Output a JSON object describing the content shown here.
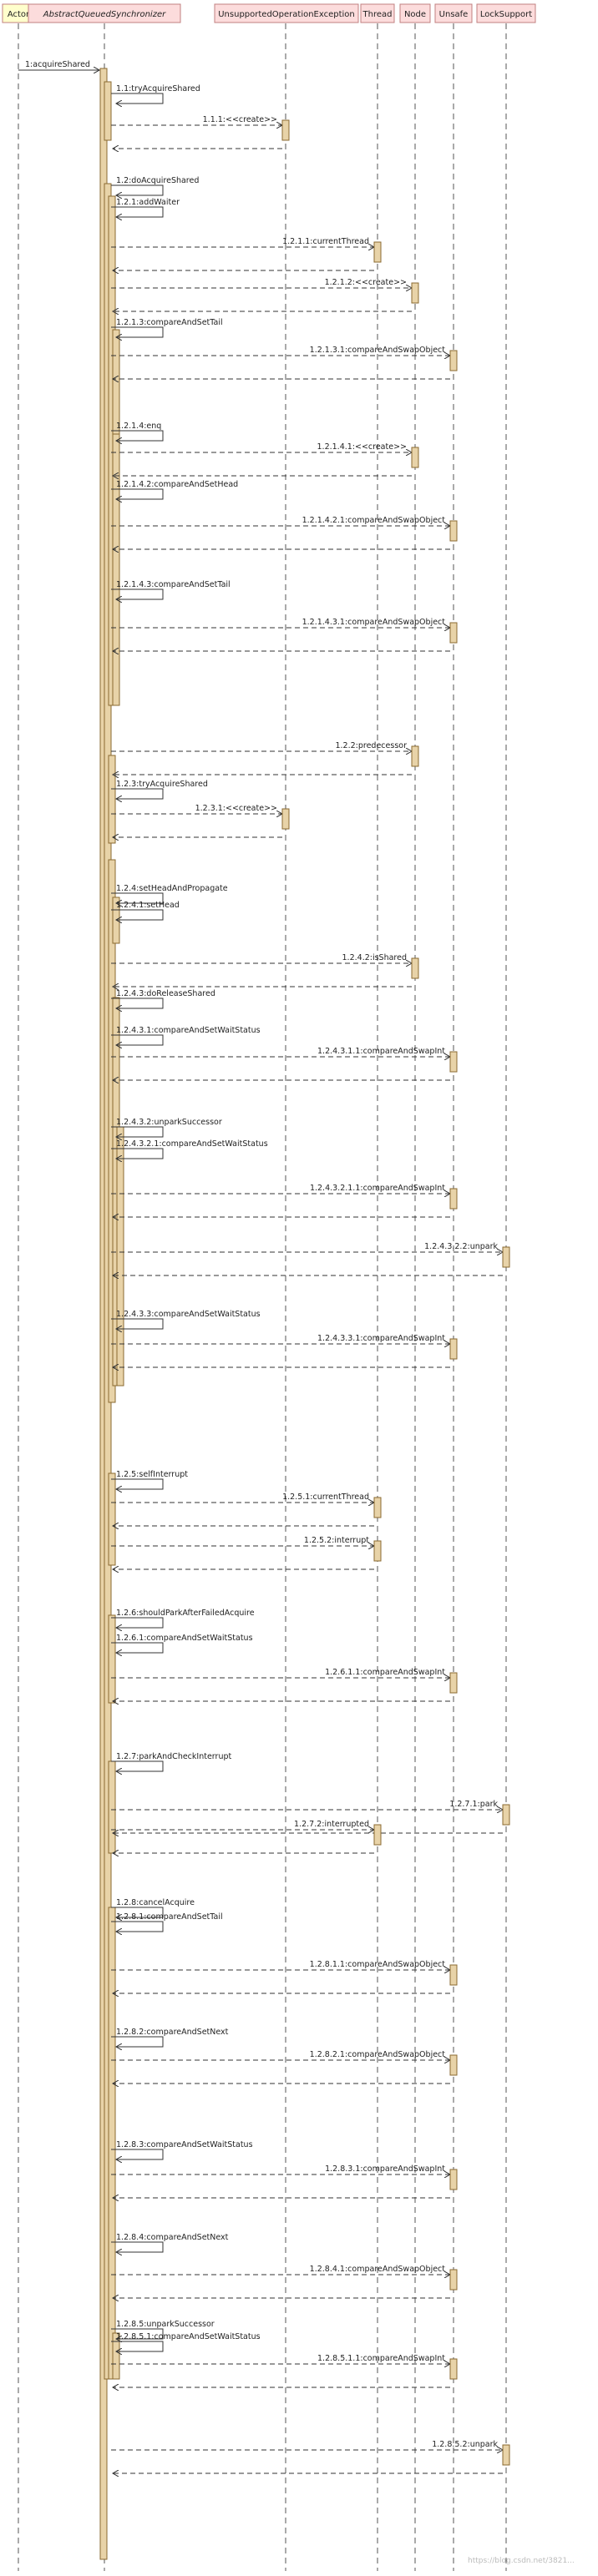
{
  "participants": [
    {
      "id": "actor",
      "label": "Actor",
      "italic": false
    },
    {
      "id": "aqs",
      "label": "AbstractQueuedSynchronizer",
      "italic": true
    },
    {
      "id": "uoe",
      "label": "UnsupportedOperationException",
      "italic": false
    },
    {
      "id": "thread",
      "label": "Thread",
      "italic": false
    },
    {
      "id": "node",
      "label": "Node",
      "italic": false
    },
    {
      "id": "unsafe",
      "label": "Unsafe",
      "italic": false
    },
    {
      "id": "lock",
      "label": "LockSupport",
      "italic": false
    }
  ],
  "messages": [
    {
      "label": "1:acquireShared",
      "from": "actor",
      "to": "aqs"
    },
    {
      "label": "1.1:tryAcquireShared",
      "from": "aqs",
      "to": "aqs"
    },
    {
      "label": "1.1.1:<<create>>",
      "from": "aqs",
      "to": "uoe"
    },
    {
      "label": "1.2:doAcquireShared",
      "from": "aqs",
      "to": "aqs"
    },
    {
      "label": "1.2.1:addWaiter",
      "from": "aqs",
      "to": "aqs"
    },
    {
      "label": "1.2.1.1:currentThread",
      "from": "aqs",
      "to": "thread"
    },
    {
      "label": "1.2.1.2:<<create>>",
      "from": "aqs",
      "to": "node"
    },
    {
      "label": "1.2.1.3:compareAndSetTail",
      "from": "aqs",
      "to": "aqs"
    },
    {
      "label": "1.2.1.3.1:compareAndSwapObject",
      "from": "aqs",
      "to": "unsafe"
    },
    {
      "label": "1.2.1.4:enq",
      "from": "aqs",
      "to": "aqs"
    },
    {
      "label": "1.2.1.4.1:<<create>>",
      "from": "aqs",
      "to": "node"
    },
    {
      "label": "1.2.1.4.2:compareAndSetHead",
      "from": "aqs",
      "to": "aqs"
    },
    {
      "label": "1.2.1.4.2.1:compareAndSwapObject",
      "from": "aqs",
      "to": "unsafe"
    },
    {
      "label": "1.2.1.4.3:compareAndSetTail",
      "from": "aqs",
      "to": "aqs"
    },
    {
      "label": "1.2.1.4.3.1:compareAndSwapObject",
      "from": "aqs",
      "to": "unsafe"
    },
    {
      "label": "1.2.2:predecessor",
      "from": "aqs",
      "to": "node"
    },
    {
      "label": "1.2.3:tryAcquireShared",
      "from": "aqs",
      "to": "aqs"
    },
    {
      "label": "1.2.3.1:<<create>>",
      "from": "aqs",
      "to": "uoe"
    },
    {
      "label": "1.2.4:setHeadAndPropagate",
      "from": "aqs",
      "to": "aqs"
    },
    {
      "label": "1.2.4.1:setHead",
      "from": "aqs",
      "to": "aqs"
    },
    {
      "label": "1.2.4.2:isShared",
      "from": "aqs",
      "to": "node"
    },
    {
      "label": "1.2.4.3:doReleaseShared",
      "from": "aqs",
      "to": "aqs"
    },
    {
      "label": "1.2.4.3.1:compareAndSetWaitStatus",
      "from": "aqs",
      "to": "aqs"
    },
    {
      "label": "1.2.4.3.1.1:compareAndSwapInt",
      "from": "aqs",
      "to": "unsafe"
    },
    {
      "label": "1.2.4.3.2:unparkSuccessor",
      "from": "aqs",
      "to": "aqs"
    },
    {
      "label": "1.2.4.3.2.1:compareAndSetWaitStatus",
      "from": "aqs",
      "to": "aqs"
    },
    {
      "label": "1.2.4.3.2.1.1:compareAndSwapInt",
      "from": "aqs",
      "to": "unsafe"
    },
    {
      "label": "1.2.4.3.2.2:unpark",
      "from": "aqs",
      "to": "lock"
    },
    {
      "label": "1.2.4.3.3:compareAndSetWaitStatus",
      "from": "aqs",
      "to": "aqs"
    },
    {
      "label": "1.2.4.3.3.1:compareAndSwapInt",
      "from": "aqs",
      "to": "unsafe"
    },
    {
      "label": "1.2.5:selfInterrupt",
      "from": "aqs",
      "to": "aqs"
    },
    {
      "label": "1.2.5.1:currentThread",
      "from": "aqs",
      "to": "thread"
    },
    {
      "label": "1.2.5.2:interrupt",
      "from": "aqs",
      "to": "thread"
    },
    {
      "label": "1.2.6:shouldParkAfterFailedAcquire",
      "from": "aqs",
      "to": "aqs"
    },
    {
      "label": "1.2.6.1:compareAndSetWaitStatus",
      "from": "aqs",
      "to": "aqs"
    },
    {
      "label": "1.2.6.1.1:compareAndSwapInt",
      "from": "aqs",
      "to": "unsafe"
    },
    {
      "label": "1.2.7:parkAndCheckInterrupt",
      "from": "aqs",
      "to": "aqs"
    },
    {
      "label": "1.2.7.1:park",
      "from": "aqs",
      "to": "lock"
    },
    {
      "label": "1.2.7.2:interrupted",
      "from": "aqs",
      "to": "thread"
    },
    {
      "label": "1.2.8:cancelAcquire",
      "from": "aqs",
      "to": "aqs"
    },
    {
      "label": "1.2.8.1:compareAndSetTail",
      "from": "aqs",
      "to": "aqs"
    },
    {
      "label": "1.2.8.1.1:compareAndSwapObject",
      "from": "aqs",
      "to": "unsafe"
    },
    {
      "label": "1.2.8.2:compareAndSetNext",
      "from": "aqs",
      "to": "aqs"
    },
    {
      "label": "1.2.8.2.1:compareAndSwapObject",
      "from": "aqs",
      "to": "unsafe"
    },
    {
      "label": "1.2.8.3:compareAndSetWaitStatus",
      "from": "aqs",
      "to": "aqs"
    },
    {
      "label": "1.2.8.3.1:compareAndSwapInt",
      "from": "aqs",
      "to": "unsafe"
    },
    {
      "label": "1.2.8.4:compareAndSetNext",
      "from": "aqs",
      "to": "aqs"
    },
    {
      "label": "1.2.8.4.1:compareAndSwapObject",
      "from": "aqs",
      "to": "unsafe"
    },
    {
      "label": "1.2.8.5:unparkSuccessor",
      "from": "aqs",
      "to": "aqs"
    },
    {
      "label": "1.2.8.5.1:compareAndSetWaitStatus",
      "from": "aqs",
      "to": "aqs"
    },
    {
      "label": "1.2.8.5.1.1:compareAndSwapInt",
      "from": "aqs",
      "to": "unsafe"
    },
    {
      "label": "1.2.8.5.2:unpark",
      "from": "aqs",
      "to": "lock"
    }
  ],
  "watermark": "https://blog.csdn.net/3821...",
  "colors": {
    "header_fill": "#fcdcdc",
    "header_border": "#c08080",
    "actor_fill": "#ffffcc",
    "activation_fill": "#e8d3a8",
    "activation_border": "#8a6a30",
    "line": "#333333"
  }
}
